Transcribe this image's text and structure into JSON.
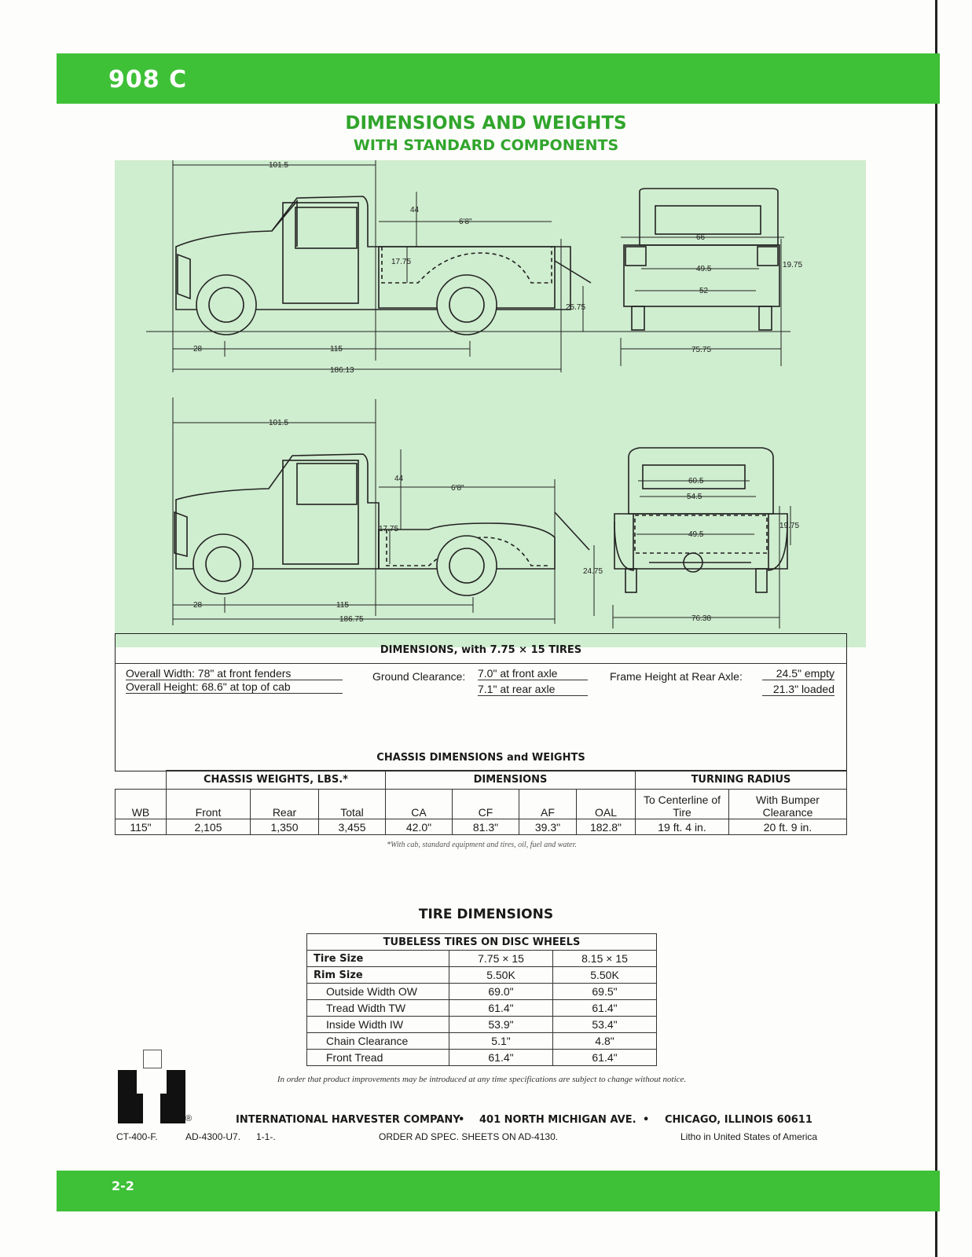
{
  "header": {
    "model": "908 C"
  },
  "titles": {
    "main": "DIMENSIONS AND WEIGHTS",
    "sub": "WITH STANDARD COMPONENTS"
  },
  "drawing": {
    "top_side": {
      "d1": "101.5",
      "d2": "44",
      "d3": "6'8\"",
      "d4": "17.75",
      "d5": "25.75",
      "d6": "28",
      "d7": "115",
      "d8": "186.13"
    },
    "top_rear": {
      "d1": "66",
      "d2": "49.5",
      "d3": "52",
      "d4": "19.75",
      "d5": "75.75"
    },
    "bottom_side": {
      "d1": "101.5",
      "d2": "44",
      "d3": "6'8\"",
      "d4": "17.75",
      "d5": "24.75",
      "d6": "28",
      "d7": "115",
      "d8": "186.75"
    },
    "bottom_rear": {
      "d1": "60.5",
      "d2": "54.5",
      "d3": "49.5",
      "d4": "19.75",
      "d5": "76.38"
    }
  },
  "dimensions": {
    "title": "DIMENSIONS, with 7.75 × 15 TIRES",
    "overall_width": "Overall Width:  78\" at front fenders",
    "overall_height": "Overall Height: 68.6\" at top of cab",
    "ground_label": "Ground Clearance:",
    "ground_front": "7.0\" at front axle",
    "ground_rear": "7.1\" at rear axle",
    "frame_label": "Frame Height at Rear Axle:",
    "frame_empty": "24.5\" empty",
    "frame_loaded": "21.3\" loaded"
  },
  "chassis": {
    "title": "CHASSIS DIMENSIONS and WEIGHTS",
    "groups": {
      "weights": "CHASSIS WEIGHTS, LBS.*",
      "dims": "DIMENSIONS",
      "turning": "TURNING RADIUS"
    },
    "headers": [
      "WB",
      "Front",
      "Rear",
      "Total",
      "CA",
      "CF",
      "AF",
      "OAL",
      "To Centerline of Tire",
      "With Bumper Clearance"
    ],
    "row": [
      "115\"",
      "2,105",
      "1,350",
      "3,455",
      "42.0\"",
      "81.3\"",
      "39.3\"",
      "182.8\"",
      "19 ft. 4 in.",
      "20 ft. 9 in."
    ],
    "footnote": "*With cab, standard equipment and tires, oil, fuel and water."
  },
  "tires": {
    "title": "TIRE DIMENSIONS",
    "subtitle": "TUBELESS TIRES ON DISC WHEELS",
    "rows": [
      [
        "Tire Size",
        "7.75 × 15",
        "8.15 × 15"
      ],
      [
        "Rim Size",
        "5.50K",
        "5.50K"
      ],
      [
        "Outside Width OW",
        "69.0\"",
        "69.5\""
      ],
      [
        "Tread Width TW",
        "61.4\"",
        "61.4\""
      ],
      [
        "Inside Width IW",
        "53.9\"",
        "53.4\""
      ],
      [
        "Chain Clearance",
        "5.1\"",
        "4.8\""
      ],
      [
        "Front Tread",
        "61.4\"",
        "61.4\""
      ]
    ]
  },
  "notice": "In order that product improvements may be introduced at any time specifications are subject to change without notice.",
  "footer": {
    "company": "INTERNATIONAL HARVESTER COMPANY",
    "address": "401 NORTH MICHIGAN AVE.",
    "city": "CHICAGO, ILLINOIS 60611",
    "code1": "CT-400-F.",
    "code2": "AD-4300-U7.",
    "code3": "1-1-.",
    "order": "ORDER AD SPEC. SHEETS ON AD-4130.",
    "litho": "Litho in United States of America",
    "page": "2-2",
    "registered": "®"
  }
}
